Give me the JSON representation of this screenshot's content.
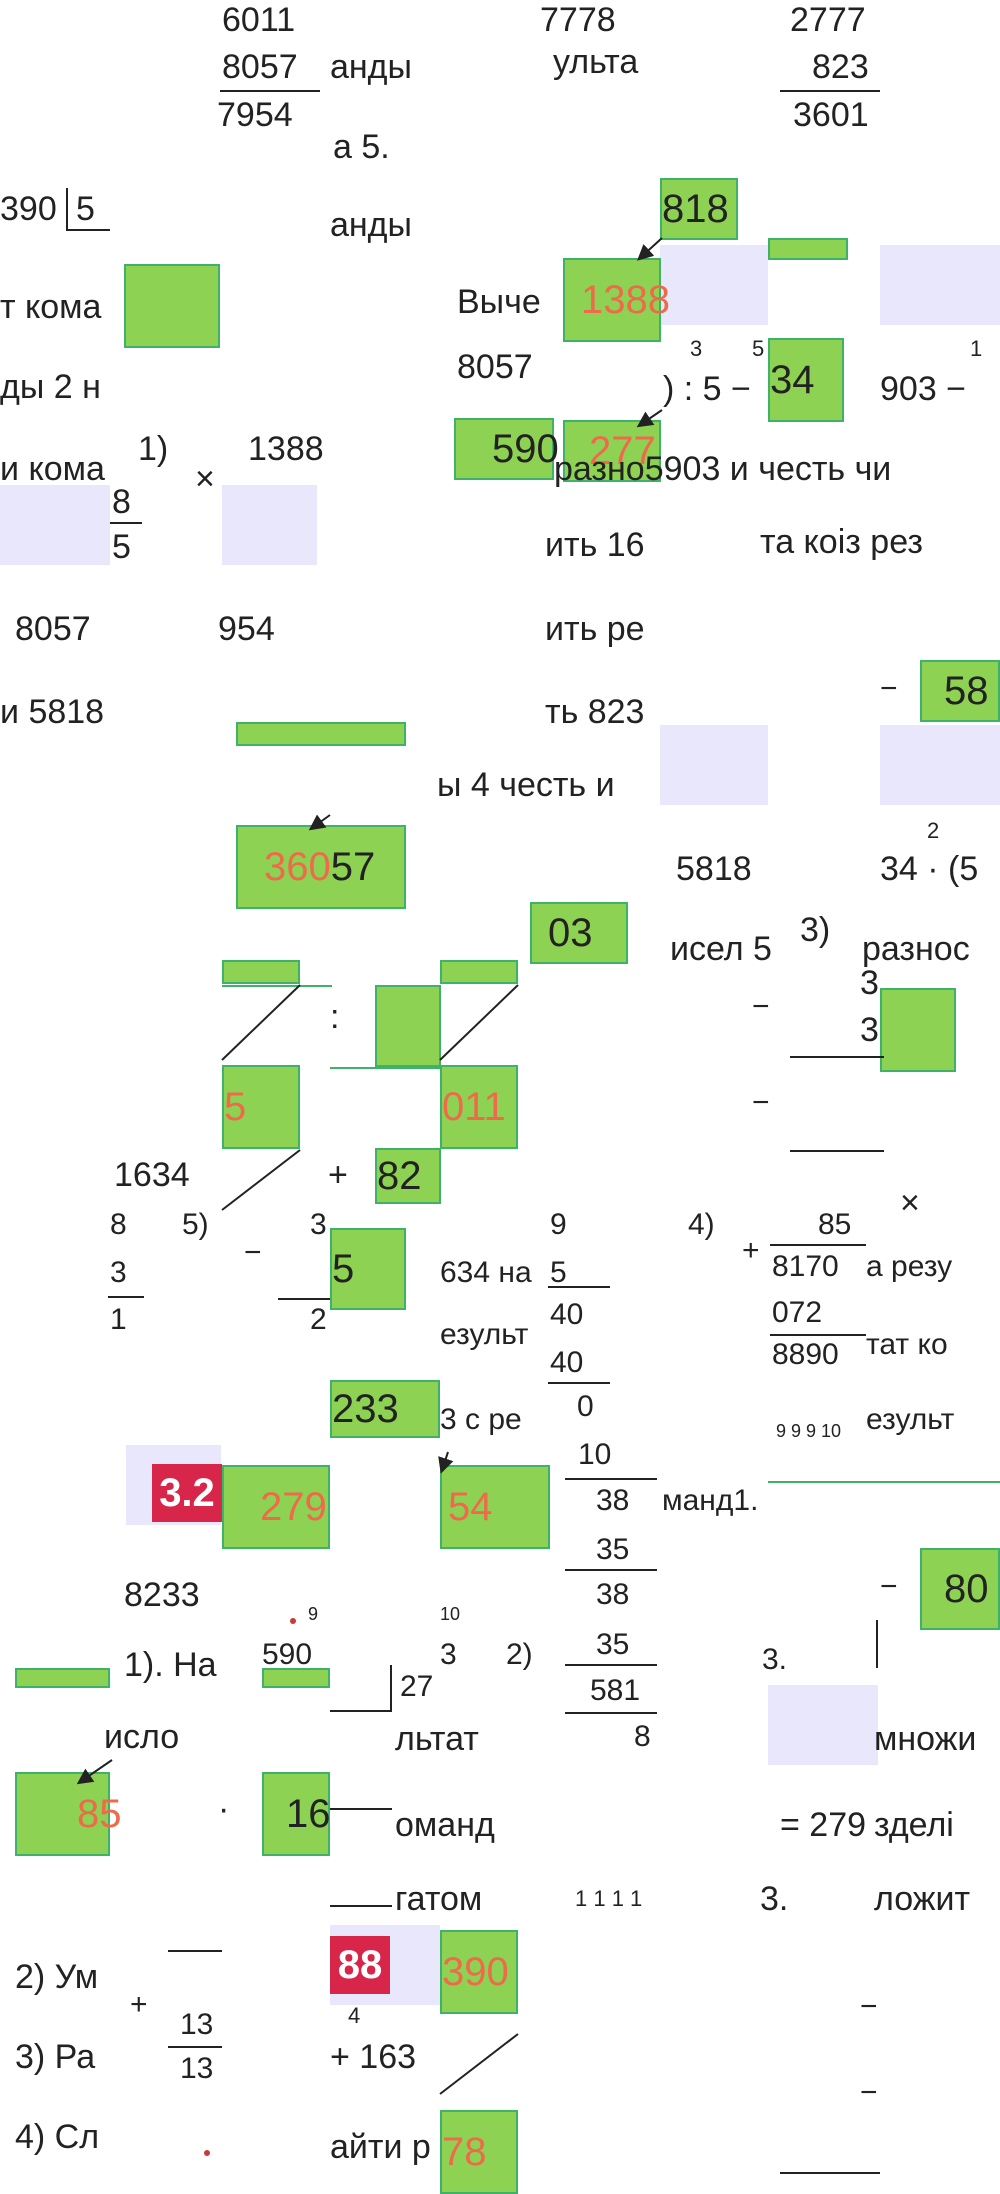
{
  "text": {
    "n6011": "6011",
    "n8057a": "8057",
    "n7954": "7954",
    "anda1": "анды",
    "n7778": "7778",
    "ulta": "ульта",
    "n2777": "2777",
    "n823": "823",
    "n3601": "3601",
    "a5": "а 5.",
    "n390": "390",
    "d5": "5",
    "anda2": "анды",
    "tkoma": "т кома",
    "vyche": "Выче",
    "dy2n": "ды 2 н",
    "n8057b": "8057",
    "sup3": "3",
    "sup5": "5",
    "div5": ") : 5 −",
    "n903": "903 −",
    "sup1": "1",
    "ikoma": "и кома",
    "m1": "1)",
    "x1": "×",
    "n1388top": "1388",
    "n5903line": "разно5903 и честь чи",
    "fr8": "8",
    "fr5": "5",
    "it16": "ить 16",
    "takoiz": "та коiз рез",
    "n8057c": "8057",
    "n954": "954",
    "itre": "ить ре",
    "n5818left": "и 5818",
    "t823": "ть 823",
    "minus58": "−",
    "y4": "ы 4 честь и",
    "n5818mid": "5818",
    "sup2": "2",
    "n34p": "34 · (5",
    "icel": "исел 5",
    "m3": "3)",
    "raznos": "разнос",
    "colon": ":",
    "minA": "−",
    "c3a": "3",
    "c3b": "3",
    "minB": "−",
    "n1634": "1634",
    "plus1": "+",
    "n8l": "8",
    "m5": "5)",
    "min5": "−",
    "c3c": "3",
    "n9": "9",
    "m4": "4)",
    "xr": "×",
    "fr3": "3",
    "fr1": "1",
    "c2": "2",
    "n634na": "634 на",
    "d5b": "5",
    "plus85": "+",
    "n85": "85",
    "n8170": "8170",
    "arezu": "а резу",
    "ezult": "езульт",
    "d40a": "40",
    "d40b": "40",
    "n072": "072",
    "n8890": "8890",
    "tatk": "тат ко",
    "d0": "0",
    "n3sre": "3 с ре",
    "n9991": "9 9 9 10",
    "ezult2": "езульт",
    "d10": "10",
    "d38a": "38",
    "mand1": "манд1.",
    "d35a": "35",
    "d38b": "38",
    "n8233": "8233",
    "minus80": "−",
    "s9": "9",
    "s10": "10",
    "n590b": "590",
    "c3d": "3",
    "m2": "2)",
    "d35b": "35",
    "d581": "581",
    "d3dot": "3.",
    "ha1": "1). На",
    "n27": "27",
    "d8": "8",
    "islo": "исло",
    "ltat": "льтат",
    "mnozh": "множи",
    "dot1": "·",
    "n16": "16",
    "omand": "оманд",
    "eq279": "= 279",
    "zdel": "зделі",
    "tatom": "гатом",
    "n1111": "1 1 1 1",
    "b3": "3.",
    "ozhit": "ложит",
    "l2": "2) Ум",
    "plus13": "+",
    "l3": "3) Ра",
    "n13a": "13",
    "n13b": "13",
    "sup4": "4",
    "p163": "+ 163",
    "l4": "4) Сл",
    "ajti": "айти р",
    "minR1": "−",
    "minR2": "−"
  },
  "boxes": {
    "b818": "818",
    "b1388": "1388",
    "b34": "34",
    "b590": "590",
    "b277": "277",
    "b58": "58",
    "b36057a": "360",
    "b36057b": "57",
    "b03": "03",
    "b5": "5",
    "b011": "011",
    "b82": "82",
    "b5b": "5",
    "b233": "233",
    "b279": "279",
    "b54": "54",
    "b80": "80",
    "b85": "85",
    "b16": "16",
    "b390": "390",
    "b78": "78"
  },
  "badges": {
    "b32": "3.2",
    "b88": "88"
  },
  "colors": {
    "green": "#8ed253",
    "green_border": "#3fb26a",
    "answer_red": "#ee6a4b",
    "badge_red": "#d8264a",
    "lavender": "#e8e7fb"
  }
}
